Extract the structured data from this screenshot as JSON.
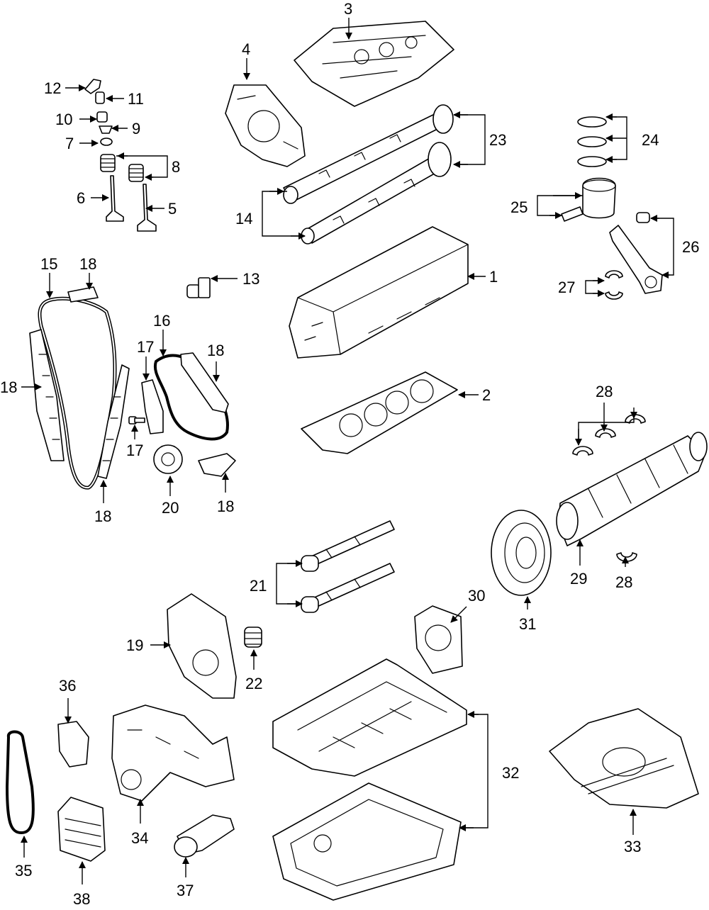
{
  "callouts": {
    "c1": "1",
    "c2": "2",
    "c3": "3",
    "c4": "4",
    "c5": "5",
    "c6": "6",
    "c7": "7",
    "c8": "8",
    "c9": "9",
    "c10": "10",
    "c11": "11",
    "c12": "12",
    "c13": "13",
    "c14": "14",
    "c15": "15",
    "c16": "16",
    "c17a": "17",
    "c17b": "17",
    "c18a": "18",
    "c18b": "18",
    "c18c": "18",
    "c18d": "18",
    "c18e": "18",
    "c19": "19",
    "c20": "20",
    "c21": "21",
    "c22": "22",
    "c23": "23",
    "c24": "24",
    "c25": "25",
    "c26": "26",
    "c27": "27",
    "c28a": "28",
    "c28b": "28",
    "c29": "29",
    "c30": "30",
    "c31": "31",
    "c32": "32",
    "c33": "33",
    "c34": "34",
    "c35": "35",
    "c36": "36",
    "c37": "37",
    "c38": "38"
  }
}
